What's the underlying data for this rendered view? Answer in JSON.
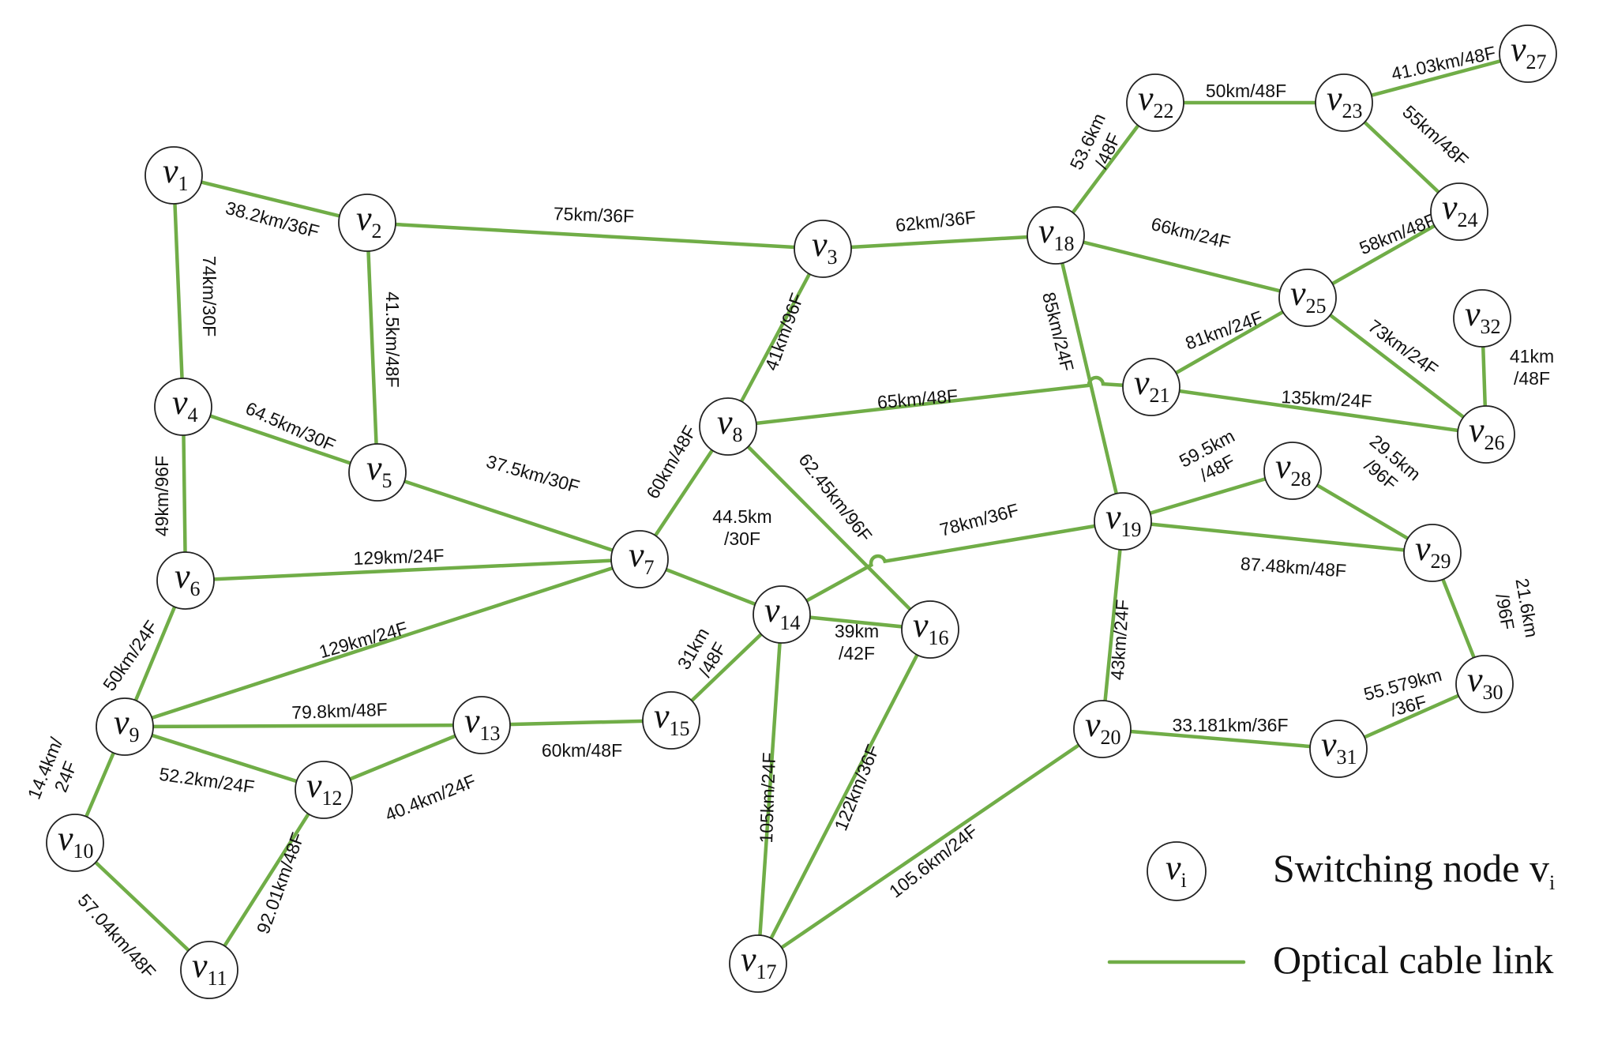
{
  "colors": {
    "link": "#70ad47",
    "node_stroke": "#222222",
    "text": "#111111"
  },
  "nodes": [
    {
      "id": "v1",
      "label": "v",
      "sub": "1"
    },
    {
      "id": "v2",
      "label": "v",
      "sub": "2"
    },
    {
      "id": "v3",
      "label": "v",
      "sub": "3"
    },
    {
      "id": "v4",
      "label": "v",
      "sub": "4"
    },
    {
      "id": "v5",
      "label": "v",
      "sub": "5"
    },
    {
      "id": "v6",
      "label": "v",
      "sub": "6"
    },
    {
      "id": "v7",
      "label": "v",
      "sub": "7"
    },
    {
      "id": "v8",
      "label": "v",
      "sub": "8"
    },
    {
      "id": "v9",
      "label": "v",
      "sub": "9"
    },
    {
      "id": "v10",
      "label": "v",
      "sub": "10"
    },
    {
      "id": "v11",
      "label": "v",
      "sub": "11"
    },
    {
      "id": "v12",
      "label": "v",
      "sub": "12"
    },
    {
      "id": "v13",
      "label": "v",
      "sub": "13"
    },
    {
      "id": "v14",
      "label": "v",
      "sub": "14"
    },
    {
      "id": "v15",
      "label": "v",
      "sub": "15"
    },
    {
      "id": "v16",
      "label": "v",
      "sub": "16"
    },
    {
      "id": "v17",
      "label": "v",
      "sub": "17"
    },
    {
      "id": "v18",
      "label": "v",
      "sub": "18"
    },
    {
      "id": "v19",
      "label": "v",
      "sub": "19"
    },
    {
      "id": "v20",
      "label": "v",
      "sub": "20"
    },
    {
      "id": "v21",
      "label": "v",
      "sub": "21"
    },
    {
      "id": "v22",
      "label": "v",
      "sub": "22"
    },
    {
      "id": "v23",
      "label": "v",
      "sub": "23"
    },
    {
      "id": "v24",
      "label": "v",
      "sub": "24"
    },
    {
      "id": "v25",
      "label": "v",
      "sub": "25"
    },
    {
      "id": "v26",
      "label": "v",
      "sub": "26"
    },
    {
      "id": "v27",
      "label": "v",
      "sub": "27"
    },
    {
      "id": "v28",
      "label": "v",
      "sub": "28"
    },
    {
      "id": "v29",
      "label": "v",
      "sub": "29"
    },
    {
      "id": "v30",
      "label": "v",
      "sub": "30"
    },
    {
      "id": "v31",
      "label": "v",
      "sub": "31"
    },
    {
      "id": "v32",
      "label": "v",
      "sub": "32"
    }
  ],
  "links": [
    {
      "from": "v1",
      "to": "v2",
      "label": [
        "38.2km/36F"
      ]
    },
    {
      "from": "v1",
      "to": "v4",
      "label": [
        "74km/30F"
      ]
    },
    {
      "from": "v2",
      "to": "v3",
      "label": [
        "75km/36F"
      ]
    },
    {
      "from": "v2",
      "to": "v5",
      "label": [
        "41.5km/48F"
      ]
    },
    {
      "from": "v3",
      "to": "v18",
      "label": [
        "62km/36F"
      ]
    },
    {
      "from": "v3",
      "to": "v8",
      "label": [
        "41km/96F"
      ]
    },
    {
      "from": "v4",
      "to": "v5",
      "label": [
        "64.5km/30F"
      ]
    },
    {
      "from": "v4",
      "to": "v6",
      "label": [
        "49km/96F"
      ]
    },
    {
      "from": "v5",
      "to": "v7",
      "label": [
        "37.5km/30F"
      ]
    },
    {
      "from": "v6",
      "to": "v7",
      "label": [
        "129km/24F"
      ]
    },
    {
      "from": "v6",
      "to": "v9",
      "label": [
        "50km/24F"
      ]
    },
    {
      "from": "v7",
      "to": "v9",
      "label": [
        "129km/24F"
      ]
    },
    {
      "from": "v7",
      "to": "v8",
      "label": [
        "60km/48F"
      ]
    },
    {
      "from": "v7",
      "to": "v14",
      "label": [
        "44.5km",
        "/30F"
      ]
    },
    {
      "from": "v8",
      "to": "v21",
      "label": [
        "65km/48F"
      ]
    },
    {
      "from": "v8",
      "to": "v16",
      "label": [
        "62.45km/96F"
      ]
    },
    {
      "from": "v9",
      "to": "v13",
      "label": [
        "79.8km/48F"
      ]
    },
    {
      "from": "v9",
      "to": "v12",
      "label": [
        "52.2km/24F"
      ]
    },
    {
      "from": "v9",
      "to": "v10",
      "label": [
        "14.4km/",
        "24F"
      ]
    },
    {
      "from": "v10",
      "to": "v11",
      "label": [
        "57.04km/48F"
      ]
    },
    {
      "from": "v11",
      "to": "v12",
      "label": [
        "92.01km/48F"
      ]
    },
    {
      "from": "v12",
      "to": "v13",
      "label": [
        "40.4km/24F"
      ]
    },
    {
      "from": "v13",
      "to": "v15",
      "label": [
        "60km/48F"
      ]
    },
    {
      "from": "v14",
      "to": "v15",
      "label": [
        "31km",
        "/48F"
      ]
    },
    {
      "from": "v14",
      "to": "v16",
      "label": [
        "39km",
        "/42F"
      ]
    },
    {
      "from": "v14",
      "to": "v17",
      "label": [
        "105km/24F"
      ]
    },
    {
      "from": "v14",
      "to": "v19",
      "label": [
        "78km/36F"
      ]
    },
    {
      "from": "v16",
      "to": "v17",
      "label": [
        "122km/36F"
      ]
    },
    {
      "from": "v17",
      "to": "v20",
      "label": [
        "105.6km/24F"
      ]
    },
    {
      "from": "v18",
      "to": "v22",
      "label": [
        "53.6km",
        "/48F"
      ]
    },
    {
      "from": "v18",
      "to": "v25",
      "label": [
        "66km/24F"
      ]
    },
    {
      "from": "v18",
      "to": "v19",
      "label": [
        "85km/24F"
      ]
    },
    {
      "from": "v19",
      "to": "v28",
      "label": [
        "59.5km",
        "/48F"
      ]
    },
    {
      "from": "v19",
      "to": "v29",
      "label": [
        "87.48km/48F"
      ]
    },
    {
      "from": "v19",
      "to": "v20",
      "label": [
        "43km/24F"
      ]
    },
    {
      "from": "v20",
      "to": "v31",
      "label": [
        "33.181km/36F"
      ]
    },
    {
      "from": "v21",
      "to": "v25",
      "label": [
        "81km/24F"
      ]
    },
    {
      "from": "v21",
      "to": "v26",
      "label": [
        "135km/24F"
      ]
    },
    {
      "from": "v22",
      "to": "v23",
      "label": [
        "50km/48F"
      ]
    },
    {
      "from": "v23",
      "to": "v27",
      "label": [
        "41.03km/48F"
      ]
    },
    {
      "from": "v23",
      "to": "v24",
      "label": [
        "55km/48F"
      ]
    },
    {
      "from": "v24",
      "to": "v25",
      "label": [
        "58km/48F"
      ]
    },
    {
      "from": "v25",
      "to": "v26",
      "label": [
        "73km/24F"
      ]
    },
    {
      "from": "v26",
      "to": "v32",
      "label": [
        "41km",
        "/48F"
      ]
    },
    {
      "from": "v28",
      "to": "v29",
      "label": [
        "29.5km",
        "/96F"
      ]
    },
    {
      "from": "v29",
      "to": "v30",
      "label": [
        "21.6km",
        "/96F"
      ]
    },
    {
      "from": "v30",
      "to": "v31",
      "label": [
        "55.579km",
        "/36F"
      ]
    }
  ],
  "legend": {
    "node_symbol": {
      "label": "v",
      "sub": "i"
    },
    "node_text": "Switching node v",
    "node_text_sub": "i",
    "link_text": "Optical cable link"
  }
}
